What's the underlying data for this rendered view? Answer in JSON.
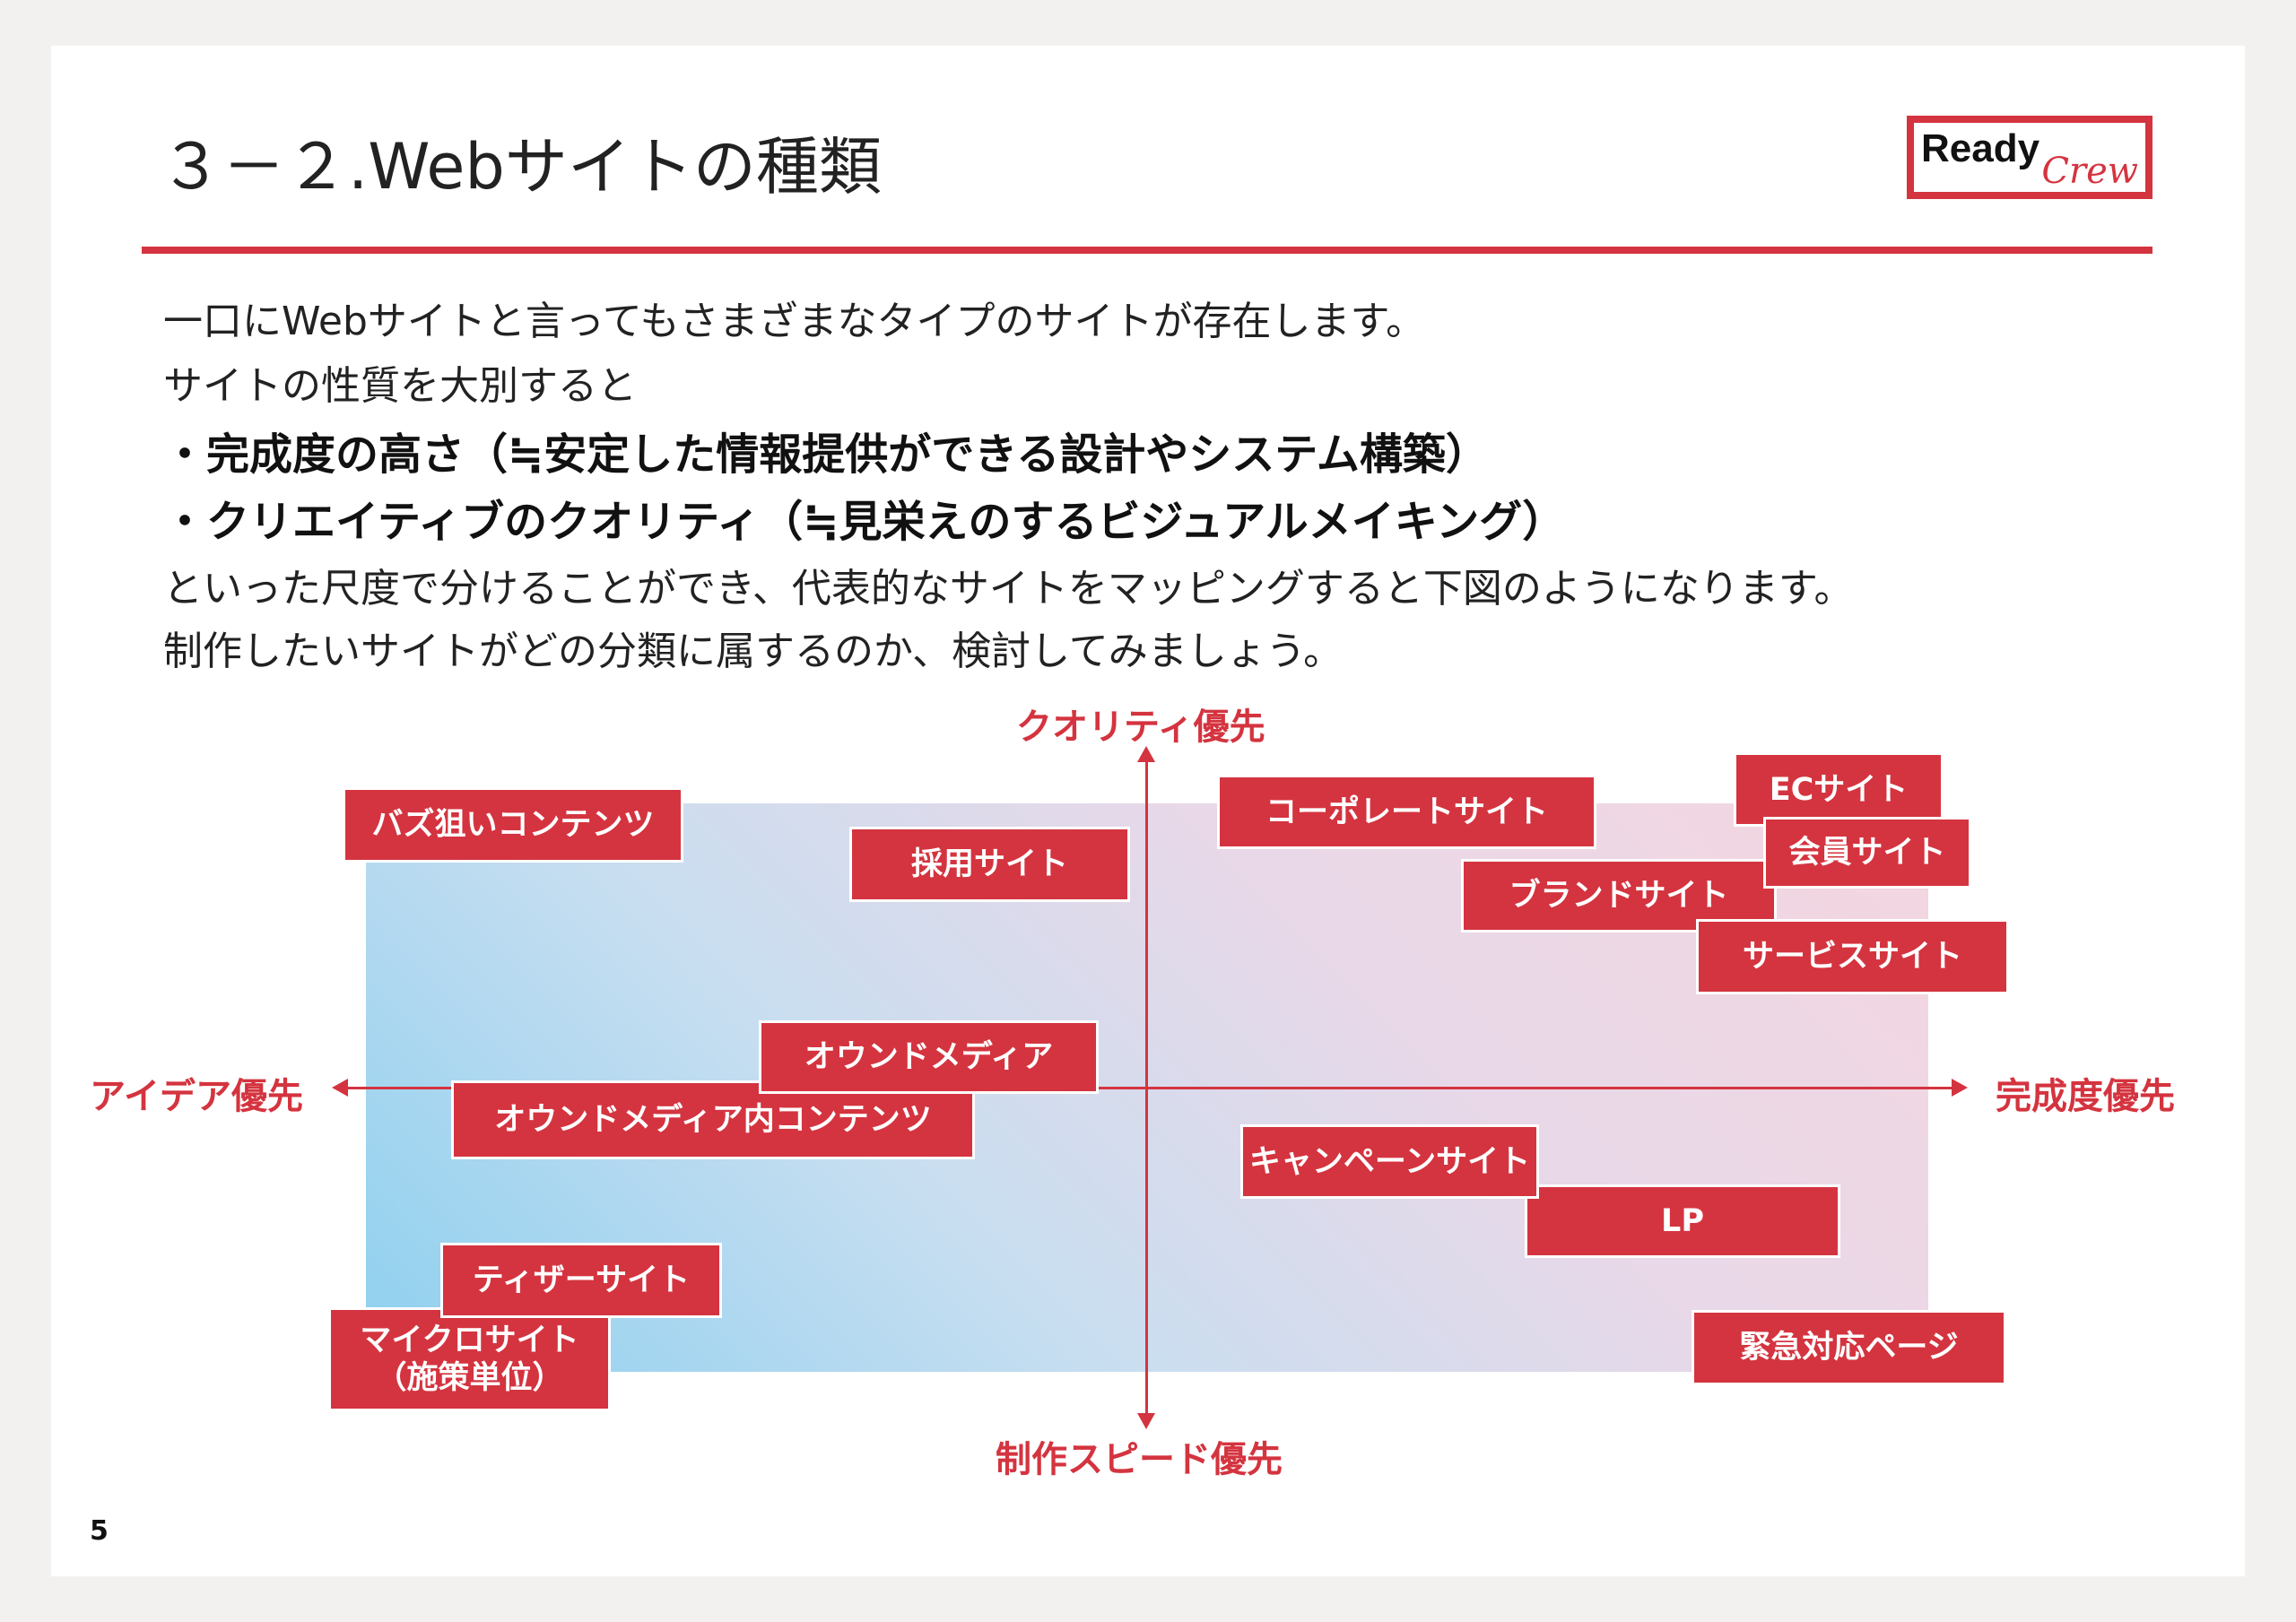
{
  "title": "３－２.Webサイトの種類",
  "logo": {
    "line1": "Ready",
    "line2": "Crew"
  },
  "body": [
    "一口にWebサイトと言ってもさまざまなタイプのサイトが存在します。",
    "サイトの性質を大別すると",
    "・完成度の高さ（≒安定した情報提供ができる設計やシステム構築）",
    "・クリエイティブのクオリティ（≒見栄えのするビジュアルメイキング）",
    "といった尺度で分けることができ、代表的なサイトをマッピングすると下図のようになります。",
    "制作したいサイトがどの分類に属するのか、検討してみましょう。"
  ],
  "axes": {
    "top": "クオリティ優先",
    "bottom": "制作スピード優先",
    "left": "アイデア優先",
    "right": "完成度優先"
  },
  "sites": {
    "buzz": "バズ狙いコンテンツ",
    "recruit": "採用サイト",
    "corporate": "コーポレートサイト",
    "ec": "ECサイト",
    "brand": "ブランドサイト",
    "member": "会員サイト",
    "service": "サービスサイト",
    "owned_content": "オウンドメディア内コンテンツ",
    "owned": "オウンドメディア",
    "lp": "LP",
    "campaign": "キャンペーンサイト",
    "micro": "マイクロサイト",
    "micro_sub": "（施策単位）",
    "teaser": "ティザーサイト",
    "emergency": "緊急対応ページ"
  },
  "page_number": "5",
  "colors": {
    "accent": "#d4343f"
  }
}
